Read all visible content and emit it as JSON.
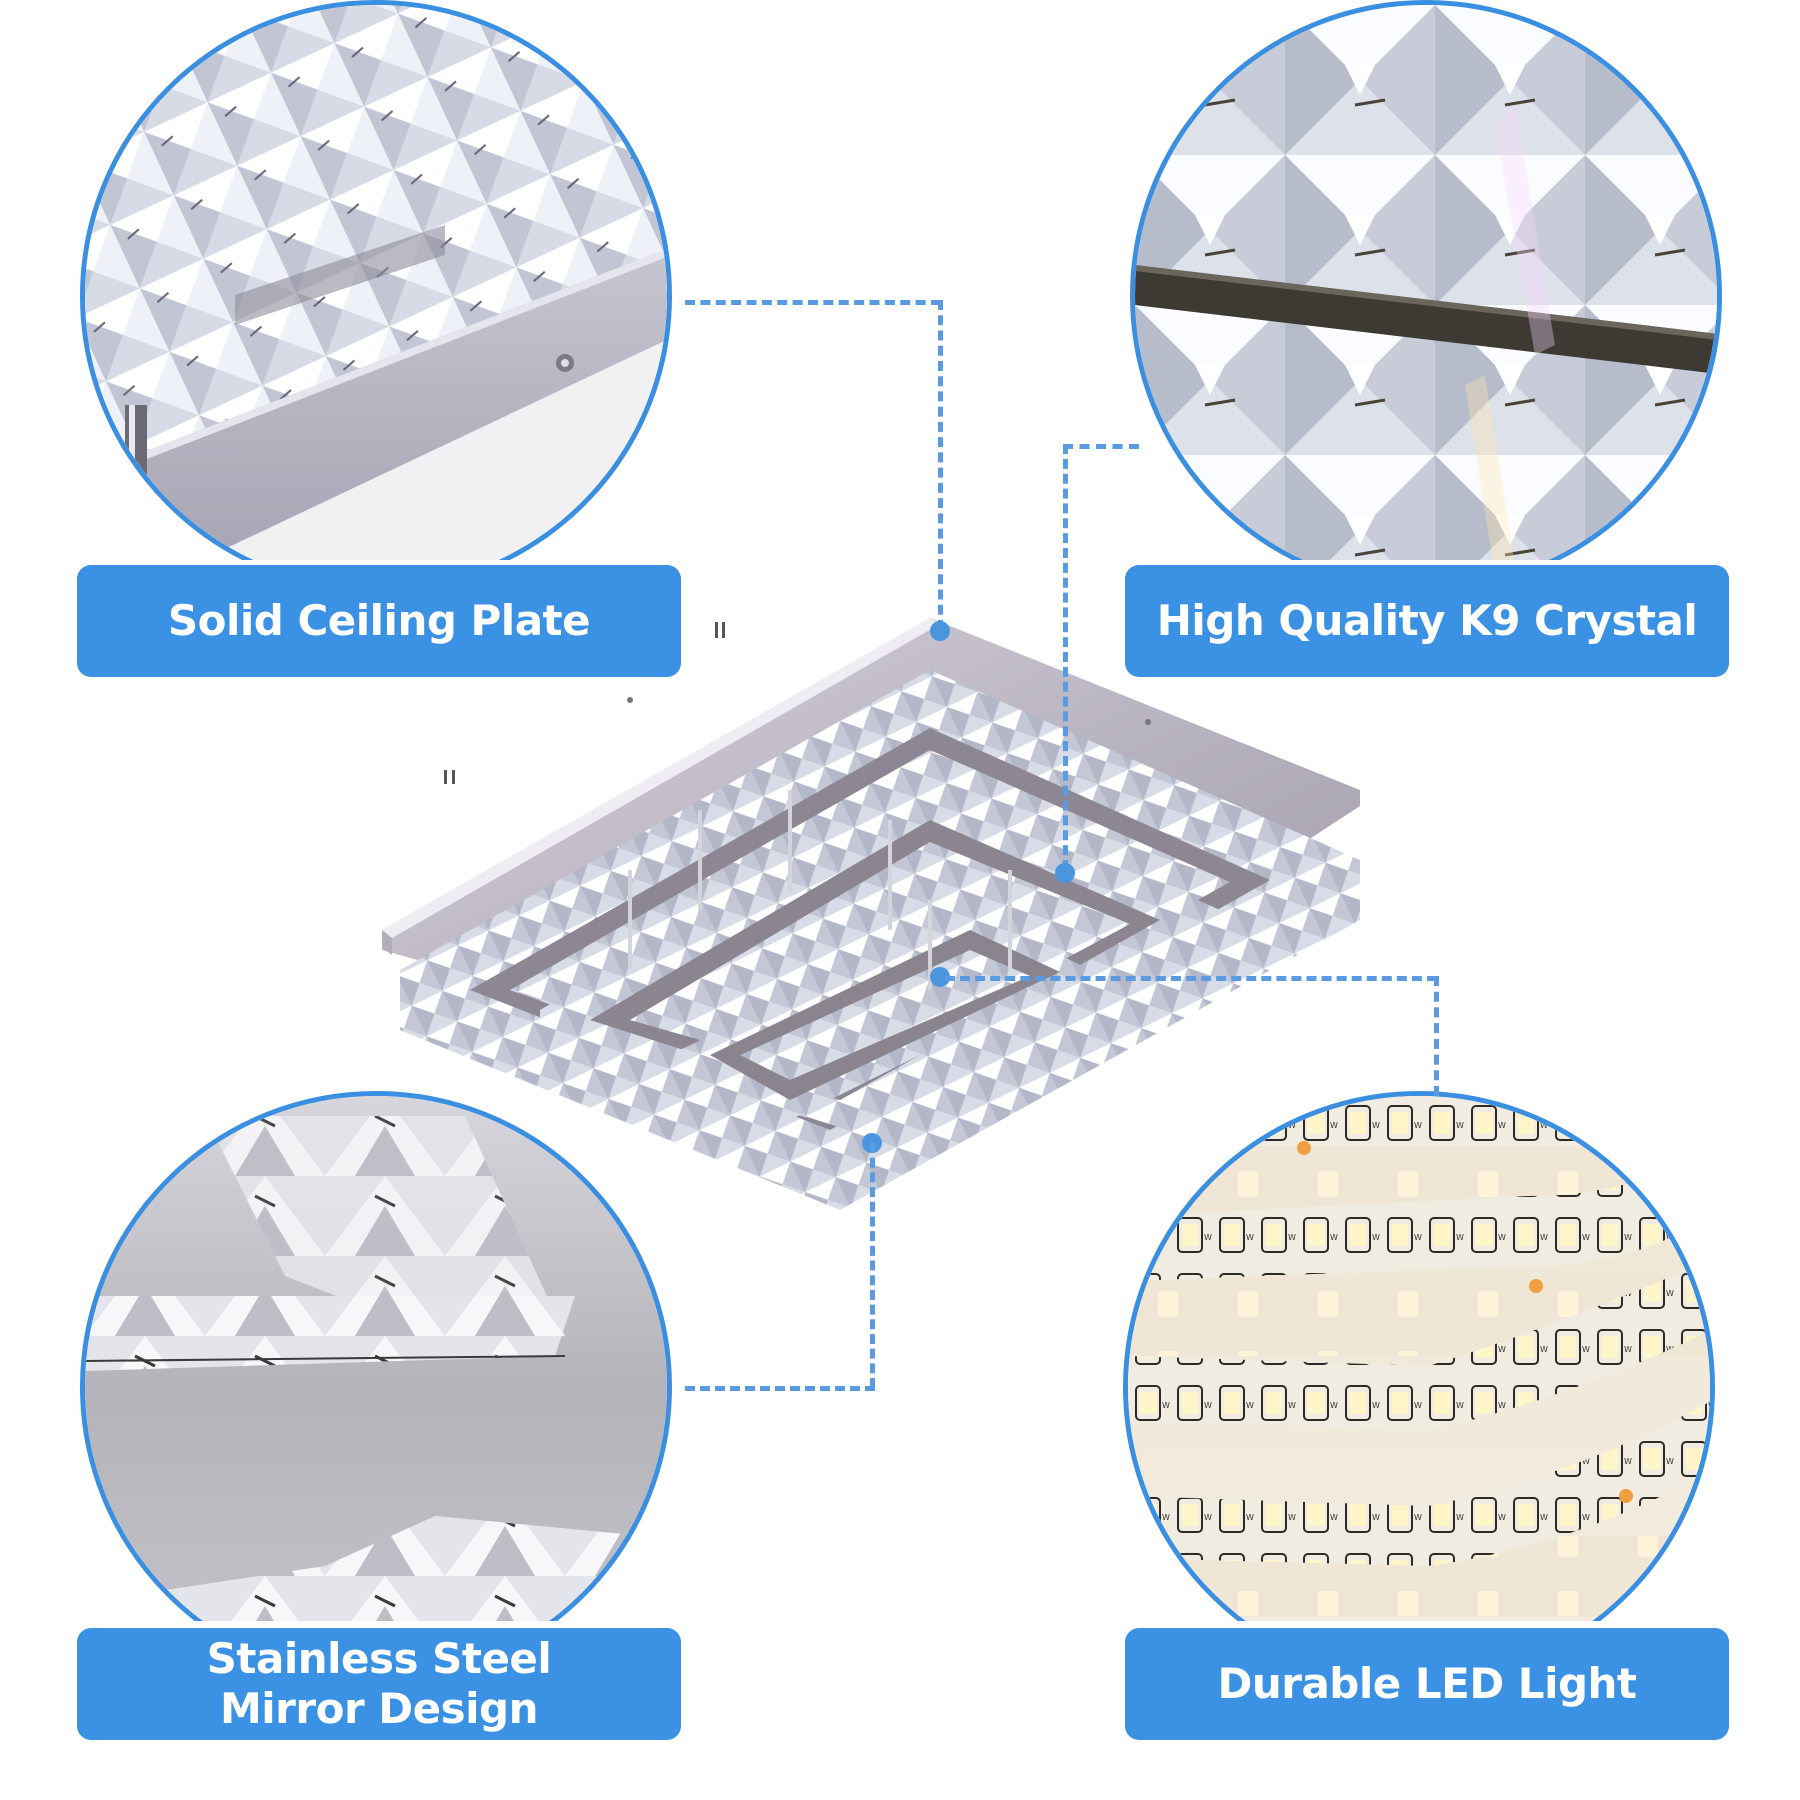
{
  "features": [
    {
      "id": "ceiling-plate",
      "label": "Solid Ceiling Plate",
      "image": "ceiling-plate-closeup"
    },
    {
      "id": "k9-crystal",
      "label": "High Quality K9 Crystal",
      "image": "crystal-closeup"
    },
    {
      "id": "mirror-design",
      "label": "Stainless Steel Mirror Design",
      "label_lines": [
        "Stainless Steel",
        "Mirror Design"
      ],
      "image": "mirror-steel-closeup"
    },
    {
      "id": "led-light",
      "label": "Durable LED Light",
      "image": "led-strip-closeup"
    }
  ],
  "product": {
    "name": "rectangular-crystal-chandelier",
    "tiers": 3
  },
  "colors": {
    "accent": "#3b91e3",
    "connector": "#5a9ae0",
    "label_text": "#ffffff",
    "background": "#ffffff"
  }
}
